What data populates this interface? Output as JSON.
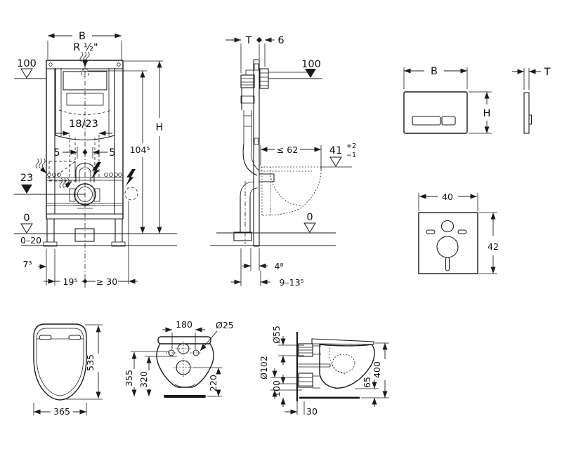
{
  "colors": {
    "ink": "#1a1a1a",
    "background": "#ffffff"
  },
  "frame_front": {
    "width_label": "B",
    "inlet_label": "R ½\"",
    "level_top": "100",
    "offset_label": "18/23",
    "offset_left": "5",
    "offset_right": "5",
    "height_inlet": "104⁵",
    "height_label": "H",
    "level_outlet": "23",
    "level_floor": "0",
    "floor_range": "0–20",
    "dim_frame_edge": "7³",
    "dim_center": "19⁵",
    "dim_socket": "≥ 30"
  },
  "frame_side": {
    "depth_label": "T",
    "plate_offset": "6",
    "level_top": "100",
    "bowl_depth": "≤ 62",
    "rim_height": "41",
    "rim_tol_plus": "+2",
    "rim_tol_minus": "−1",
    "level_floor": "0",
    "dim_rail": "4⁸",
    "dim_wall": "9–13⁵"
  },
  "flush_plate": {
    "width_label": "B",
    "height_label": "H",
    "depth_label": "T"
  },
  "sound_pad": {
    "width": "40",
    "height": "42"
  },
  "bowl_top": {
    "length": "535",
    "width": "365"
  },
  "bowl_back": {
    "hole_spacing": "180",
    "hole_dia": "Ø25",
    "inlet_height": "355",
    "hole_height": "320",
    "outlet_height": "220"
  },
  "bowl_side": {
    "inlet_dia": "Ø55",
    "outlet_dia": "Ø102",
    "outlet_height": "100",
    "total_height": "400",
    "gap_height": "65",
    "wall_offset": "30"
  }
}
